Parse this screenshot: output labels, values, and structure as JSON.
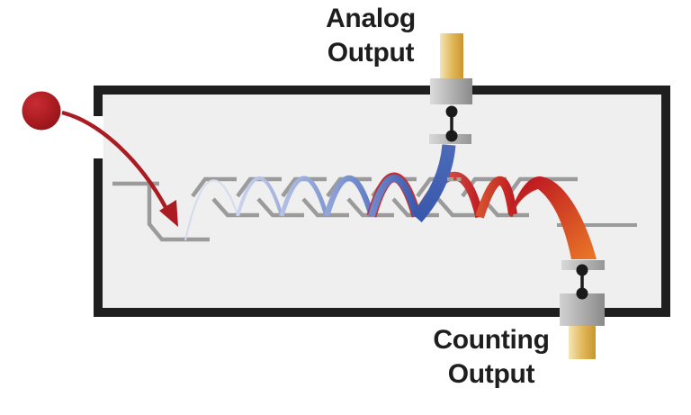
{
  "labels": {
    "analog_output": {
      "line1": "Analog",
      "line2": "Output"
    },
    "counting_output": {
      "line1": "Counting",
      "line2": "Output"
    }
  },
  "colors": {
    "background": "#ffffff",
    "chamber_fill": "#efefef",
    "chamber_border": "#1f1f1f",
    "electrode_gray": "#9b9b9b",
    "particle_red": "#b01e23",
    "arrow_red": "#ab1c22",
    "electron_blue_light": "#ccd4ee",
    "electron_blue": "#3a59ae",
    "signal_red": "#c01d23",
    "signal_orange": "#e87427",
    "pin_gold": "#d8ab45",
    "connector_gray": "#b4b4b4",
    "contact_black": "#1a1a1a"
  },
  "icons": {
    "incident_particle": "red-filled-circle",
    "entry_arrow": "curved-arrow-down-right",
    "analog_contact": "two-dots-linked-switch",
    "counting_contact": "two-dots-linked-switch"
  }
}
